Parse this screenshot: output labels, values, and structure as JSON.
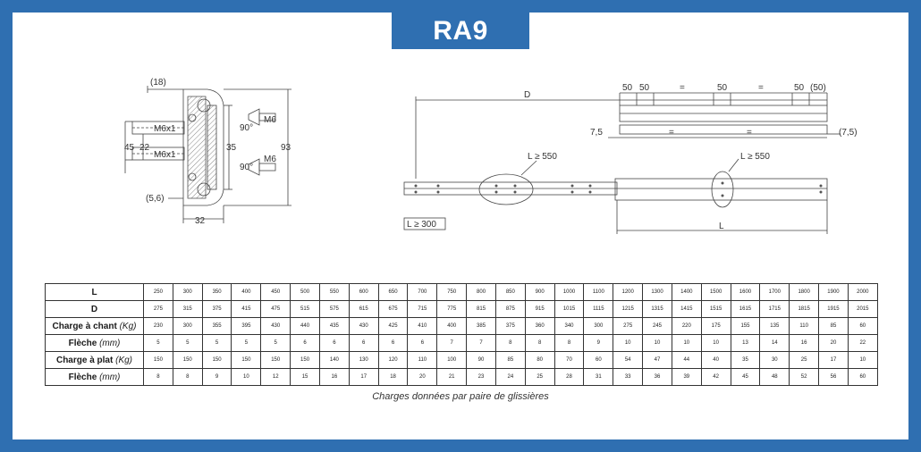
{
  "title": "RA9",
  "left_drawing": {
    "labels": {
      "dim_top": "(18)",
      "screw_upper": "M6x1",
      "screw_lower": "M6x1",
      "dim_45": "45",
      "dim_22": "22",
      "dim_35": "35",
      "dim_93": "93",
      "dim_56": "(5,6)",
      "dim_32": "32",
      "screw_right_upper": "M6",
      "angle_upper": "90°",
      "screw_right_lower": "M6",
      "angle_lower": "90°"
    }
  },
  "right_drawing": {
    "labels": {
      "dim_d": "D",
      "dim_50a": "50",
      "dim_50b": "50",
      "dim_eq1": "=",
      "dim_50c": "50",
      "dim_eq2": "=",
      "dim_50d": "50",
      "dim_50e": "(50)",
      "dim_75a": "7,5",
      "dim_eq3": "=",
      "dim_eq4": "=",
      "dim_75b": "(7,5)",
      "note_left": "L ≥ 550",
      "note_right": "L ≥ 550",
      "note_300": "L ≥ 300",
      "dim_l": "L"
    }
  },
  "table": {
    "rows": [
      {
        "label": "L",
        "unit": "",
        "values": [
          "250",
          "300",
          "350",
          "400",
          "450",
          "500",
          "550",
          "600",
          "650",
          "700",
          "750",
          "800",
          "850",
          "900",
          "1000",
          "1100",
          "1200",
          "1300",
          "1400",
          "1500",
          "1600",
          "1700",
          "1800",
          "1900",
          "2000"
        ]
      },
      {
        "label": "D",
        "unit": "",
        "values": [
          "275",
          "315",
          "375",
          "415",
          "475",
          "515",
          "575",
          "615",
          "675",
          "715",
          "775",
          "815",
          "875",
          "915",
          "1015",
          "1115",
          "1215",
          "1315",
          "1415",
          "1515",
          "1615",
          "1715",
          "1815",
          "1915",
          "2015"
        ]
      },
      {
        "label": "Charge à chant",
        "unit": "(Kg)",
        "values": [
          "230",
          "300",
          "355",
          "395",
          "430",
          "440",
          "435",
          "430",
          "425",
          "410",
          "400",
          "385",
          "375",
          "360",
          "340",
          "300",
          "275",
          "245",
          "220",
          "175",
          "155",
          "135",
          "110",
          "85",
          "60"
        ]
      },
      {
        "label": "Flèche",
        "unit": "(mm)",
        "values": [
          "5",
          "5",
          "5",
          "5",
          "5",
          "6",
          "6",
          "6",
          "6",
          "6",
          "7",
          "7",
          "8",
          "8",
          "8",
          "9",
          "10",
          "10",
          "10",
          "10",
          "13",
          "14",
          "16",
          "20",
          "22"
        ]
      },
      {
        "label": "Charge à plat",
        "unit": "(Kg)",
        "values": [
          "150",
          "150",
          "150",
          "150",
          "150",
          "150",
          "140",
          "130",
          "120",
          "110",
          "100",
          "90",
          "85",
          "80",
          "70",
          "60",
          "54",
          "47",
          "44",
          "40",
          "35",
          "30",
          "25",
          "17",
          "10"
        ]
      },
      {
        "label": "Flèche",
        "unit": "(mm)",
        "values": [
          "8",
          "8",
          "9",
          "10",
          "12",
          "15",
          "16",
          "17",
          "18",
          "20",
          "21",
          "23",
          "24",
          "25",
          "28",
          "31",
          "33",
          "36",
          "39",
          "42",
          "45",
          "48",
          "52",
          "56",
          "60"
        ]
      }
    ]
  },
  "footnote": "Charges données par paire de glissières",
  "colors": {
    "frame": "#2f6fb1",
    "line": "#444444",
    "hatch": "#888888"
  }
}
